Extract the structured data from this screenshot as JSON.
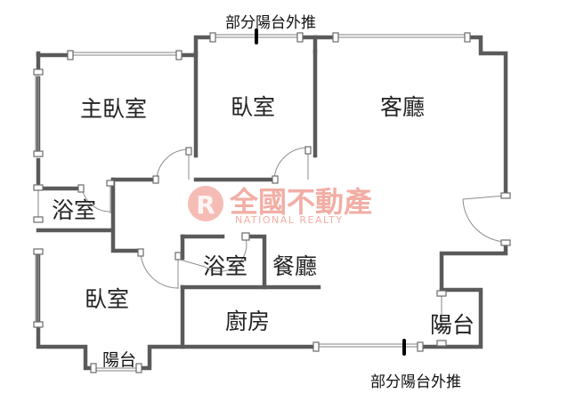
{
  "rooms": {
    "master_bedroom": "主臥室",
    "bedroom_top": "臥室",
    "living_room": "客廳",
    "bathroom_left": "浴室",
    "bathroom_center": "浴室",
    "dining_room": "餐廳",
    "bedroom_bottom": "臥室",
    "kitchen": "廚房",
    "balcony_right": "陽台",
    "balcony_bottom": "陽台"
  },
  "notes": {
    "top": "部分陽台外推",
    "bottom": "部分陽台外推"
  },
  "watermark": {
    "logo_letter": "R",
    "name": "全國不動產",
    "subtitle": "NATIONAL REALTY"
  },
  "colors": {
    "wall": "#5a5a5a",
    "watermark": "#e86a5a"
  }
}
